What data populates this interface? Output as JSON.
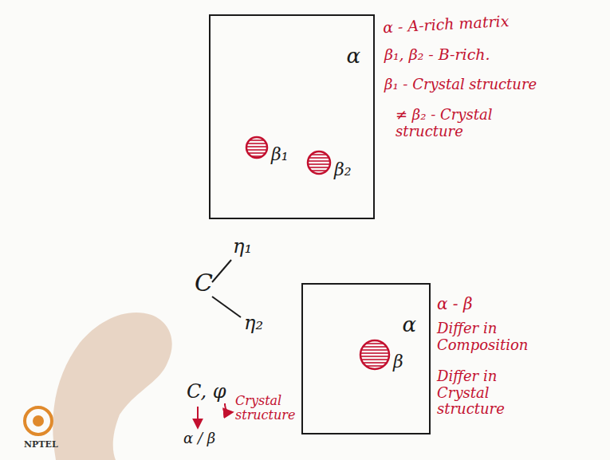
{
  "diagram": {
    "nodes": [
      {
        "text": [
          "α"
        ]
      },
      {
        "text": [
          "β₁"
        ],
        "in": 0
      },
      {
        "text": [
          "β₂"
        ],
        "in": 0
      },
      {
        "text": [
          "α"
        ]
      },
      {
        "text": [
          "β"
        ],
        "in": 3
      }
    ],
    "labels": [
      "α - A-rich matrix",
      "β₁, β₂ - B-rich.",
      "β₁ - Crystal structure",
      "≠ β₂ - Crystal structure",
      "C",
      "η₁",
      "η₂",
      "C, φ",
      "Crystal structure",
      "α / β",
      "α - β",
      "Differ in Composition",
      "Differ in Crystal structure",
      "NPTEL"
    ]
  }
}
